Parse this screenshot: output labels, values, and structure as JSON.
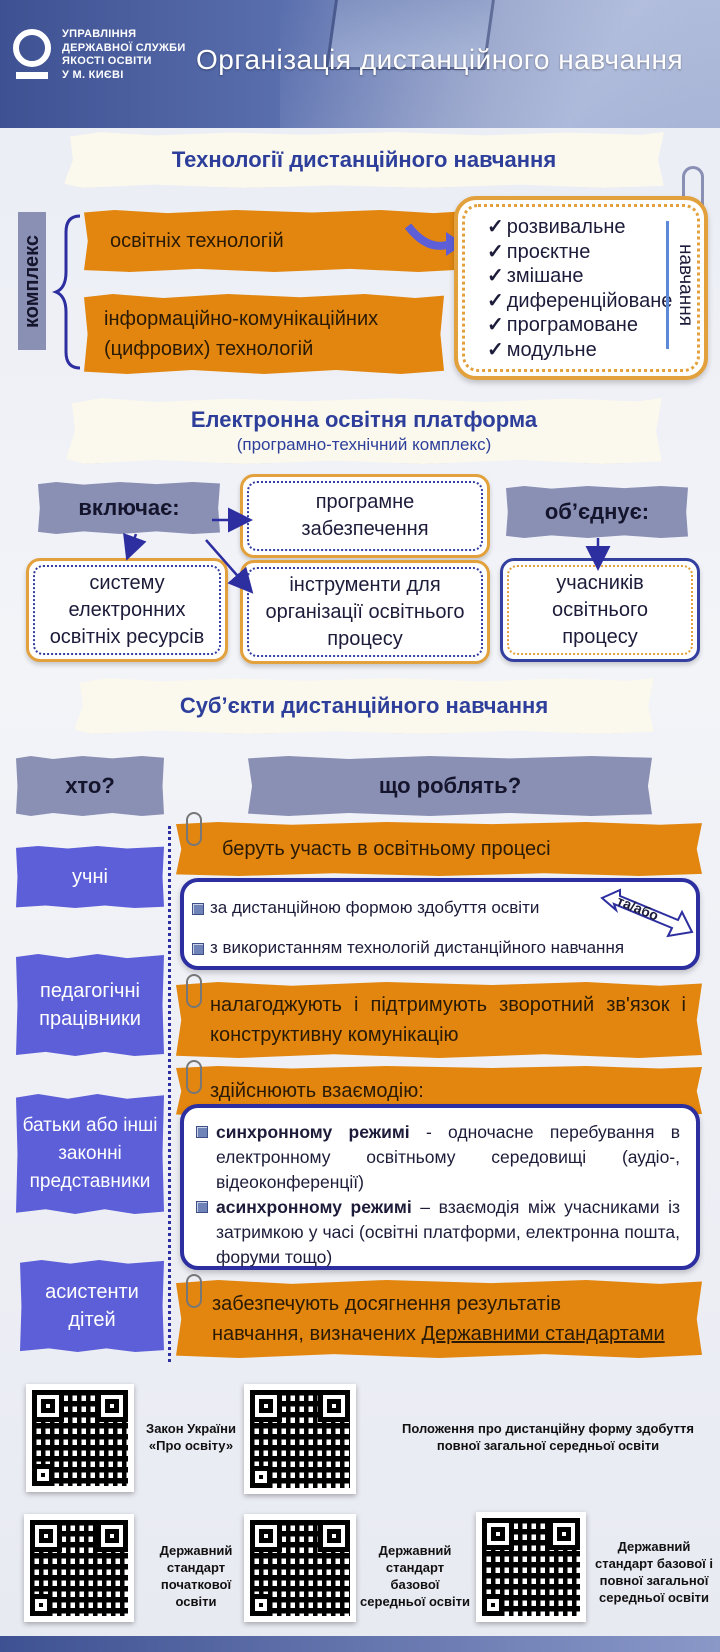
{
  "header": {
    "org_line1": "Управління",
    "org_line2": "державної служби",
    "org_line3": "якості освіти",
    "org_line4": "у м. Києві",
    "title": "Організація дистанційного навчання"
  },
  "section1": {
    "title": "Технології дистанційного навчання",
    "side_label": "комплекс",
    "tech1": "освітніх технологій",
    "tech2_line1": "інформаційно-комунікаційних",
    "tech2_line2": "(цифрових) технологій",
    "learning_label": "навчання",
    "learning_types": [
      "розвивальне",
      "проєктне",
      "змішане",
      "диференційоване",
      "програмоване",
      "модульне"
    ]
  },
  "section2": {
    "title": "Електронна освітня платформа",
    "subtitle": "(програмно-технічний комплекс)",
    "includes": "включає:",
    "unites": "об’єднує:",
    "software": "програмне забезпечення",
    "resources": "систему електронних освітніх ресурсів",
    "tools": "інструменти для організації освітнього процесу",
    "participants": "учасників освітнього процесу"
  },
  "section3": {
    "title": "Суб’єкти дистанційного навчання",
    "who": "хто?",
    "what": "що роблять?",
    "subjects": [
      "учні",
      "педагогічні працівники",
      "батьки або інші законні представники",
      "асистенти дітей"
    ],
    "action1": "беруть участь в освітньому процесі",
    "action1_item1": "за дистанційною формою здобуття освіти",
    "action1_item2": "з використанням технологій дистанційного навчання",
    "and_or": "та/або",
    "action2": "налагоджують і підтримують зворотний зв'язок і конструктивну комунікацію",
    "action3": "здійснюють взаємодію:",
    "sync_bold": "синхронному режимі",
    "sync_text": " - одночасне перебування в електронному освітньому середовищі (аудіо-, відеоконференції)",
    "async_bold": "асинхронному режимі",
    "async_text": " – взаємодія між учасниками із затримкою у часі (освітні платформи, електронна пошта, форуми тощо)",
    "action4_line1": "забезпечують досягнення результатів",
    "action4_line2_prefix": "навчання, визначених ",
    "action4_link": "Державними стандартами"
  },
  "qr_codes": [
    {
      "label": "Закон України «Про освіту»"
    },
    {
      "label": "Положення про дистанційну форму здобуття повної загальної середньої освіти"
    },
    {
      "label": "Державний стандарт початкової освіти"
    },
    {
      "label": "Державний стандарт базової середньої освіти"
    },
    {
      "label": "Державний стандарт базової і повної загальної середньої освіти"
    }
  ],
  "colors": {
    "accent_orange": "#e2860f",
    "accent_blue": "#5d5fd8",
    "title_blue": "#2d3f9a",
    "gray_label": "#8a8fb4"
  }
}
